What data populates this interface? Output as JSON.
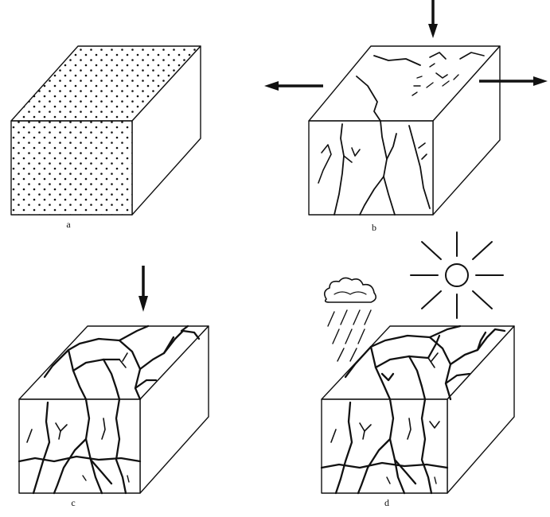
{
  "panels": [
    {
      "id": "a",
      "label": "a"
    },
    {
      "id": "b",
      "label": "b"
    },
    {
      "id": "c",
      "label": "c"
    },
    {
      "id": "d",
      "label": "d"
    }
  ],
  "colors": {
    "line": "#111111",
    "background": "#ffffff"
  },
  "icons": [
    "down-arrow-icon",
    "left-arrow-icon",
    "right-arrow-icon",
    "sun-icon",
    "rain-cloud-icon"
  ]
}
